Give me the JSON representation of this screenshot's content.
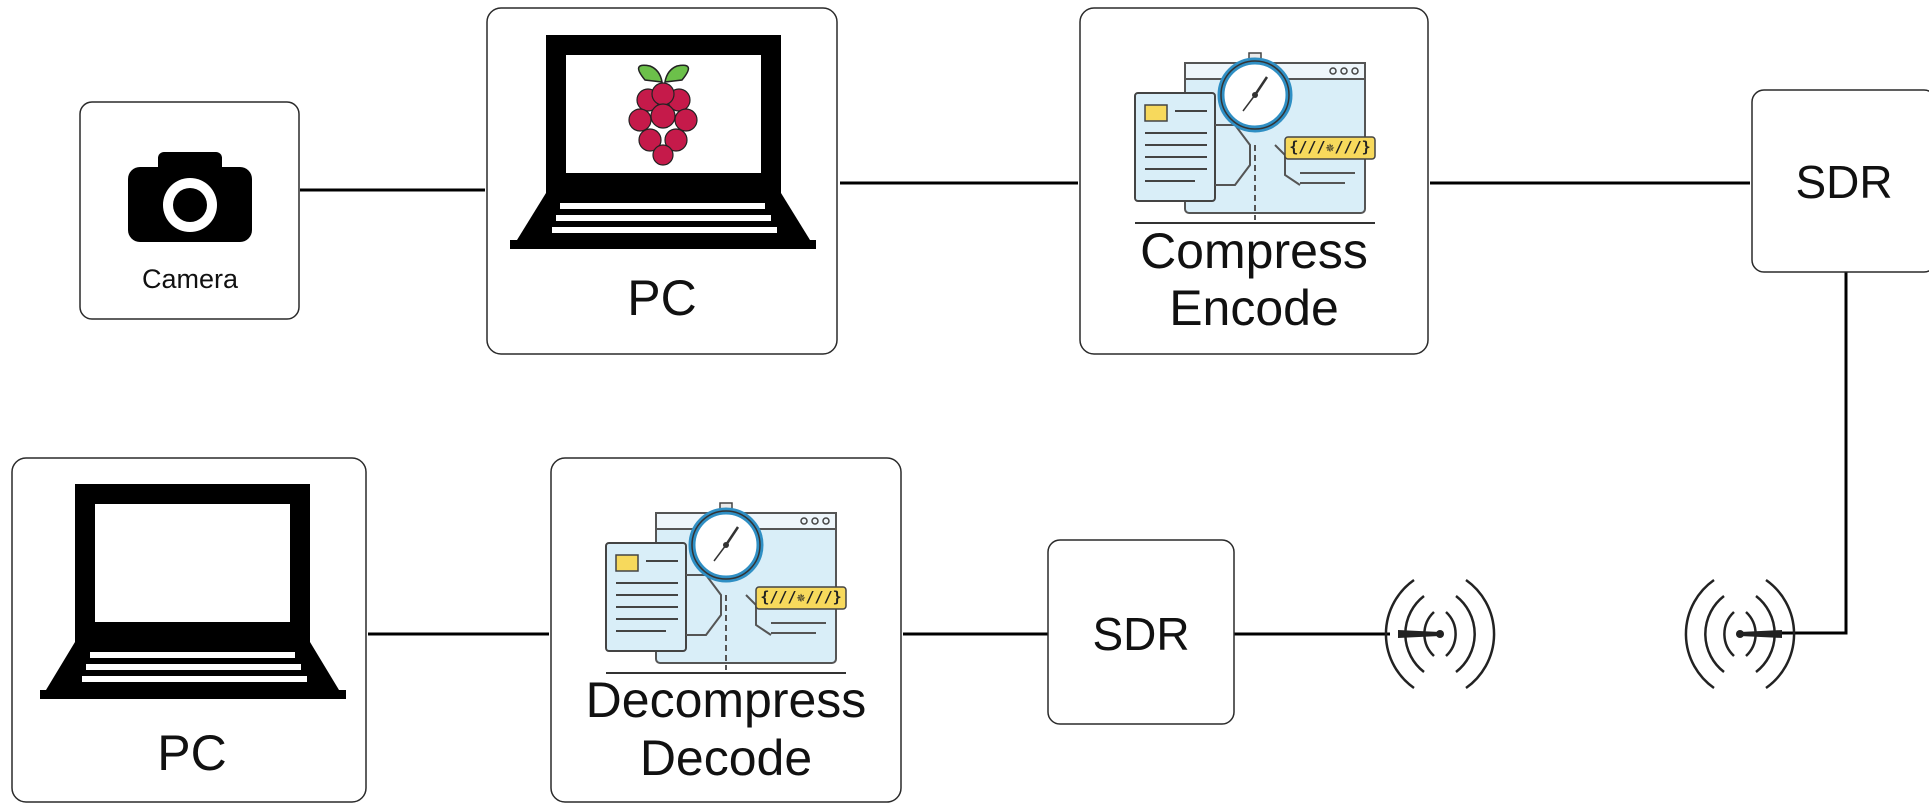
{
  "transmitter": {
    "camera": {
      "label": "Camera",
      "icon": "camera-icon"
    },
    "pc": {
      "label": "PC",
      "icon": "laptop-raspberry-pi-icon"
    },
    "encoder": {
      "line1": "Compress",
      "line2": "Encode",
      "code_tag": "{///✵///}",
      "icon": "code-window-stopwatch-icon"
    },
    "sdr": {
      "label": "SDR"
    },
    "antenna": {
      "icon": "antenna-signal-icon"
    }
  },
  "receiver": {
    "antenna": {
      "icon": "antenna-signal-icon"
    },
    "sdr": {
      "label": "SDR"
    },
    "decoder": {
      "line1": "Decompress",
      "line2": "Decode",
      "code_tag": "{///✵///}",
      "icon": "code-window-stopwatch-icon"
    },
    "pc": {
      "label": "PC",
      "icon": "laptop-icon"
    }
  },
  "colors": {
    "line": "#000000",
    "box_border": "#2a2a2a",
    "raspberry_red": "#c51a4a",
    "leaf_green": "#6cc04a",
    "window_blue": "#d9eef8",
    "tag_yellow": "#f7d95c",
    "stopwatch_blue": "#2f8fc4"
  }
}
